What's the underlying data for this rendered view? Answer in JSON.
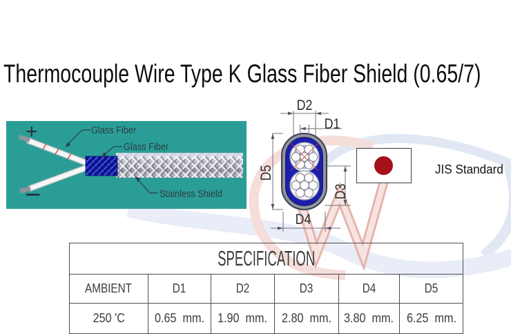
{
  "title": "Thermocouple Wire Type K Glass Fiber Shield (0.65/7)",
  "cable_panel": {
    "positive_symbol": "+",
    "negative_symbol": "−",
    "labels": {
      "glass_fiber_outer": "Glass Fiber",
      "glass_fiber_inner": "Glass Fiber",
      "stainless_shield": "Stainless Shield"
    }
  },
  "cross_section": {
    "labels": {
      "d1": "D1",
      "d2": "D2",
      "d3": "D3",
      "d4": "D4",
      "d5": "D5"
    }
  },
  "standard": {
    "label": "JIS Standard",
    "flag": "japan"
  },
  "spec_table": {
    "title": "SPECIFICATION",
    "columns": [
      "AMBIENT",
      "D1",
      "D2",
      "D3",
      "D4",
      "D5"
    ],
    "rows": [
      [
        "250 'C",
        "0.65  mm.",
        "1.90  mm.",
        "2.80  mm.",
        "3.80  mm.",
        "6.25  mm."
      ]
    ]
  },
  "colors": {
    "panel_teal": "#2a9e96",
    "glass_fiber_blue": "#1c27c0",
    "shield_silver": "#b9bac6",
    "cross_section_navy": "#1c1eb0",
    "flag_red": "#a51019",
    "watermark_blue": "#e2e6f4",
    "watermark_red": "#eec4bf"
  }
}
